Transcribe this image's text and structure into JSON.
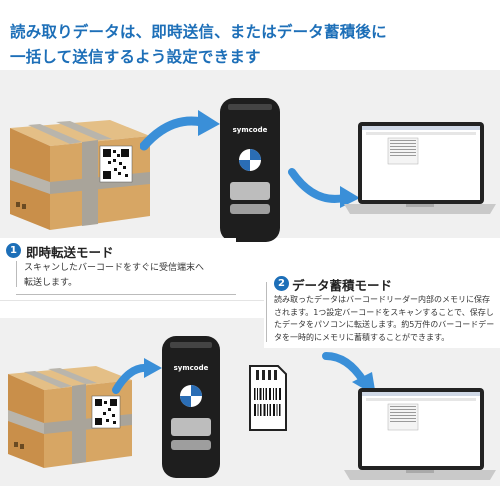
{
  "headline": {
    "line1": "読み取りデータは、即時送信、またはデータ蓄積後に",
    "line2": "一括して送信するよう設定できます"
  },
  "scanner": {
    "brand": "symcode"
  },
  "mode1": {
    "number": "1",
    "title": "即時転送モード",
    "desc_line1": "スキャンしたバーコードをすぐに受信端末へ",
    "desc_line2": "転送します。"
  },
  "mode2": {
    "number": "2",
    "title": "データ蓄積モード",
    "desc_line1": "読み取ったデータはバーコードリーダー内部のメモリに保存",
    "desc_line2": "されます。1つ設定バーコードをスキャンすることで、保存し",
    "desc_line3": "たデータをパソコンに転送します。約5万件のバーコードデー",
    "desc_line4": "タを一時的にメモリに蓄積することができます。"
  },
  "colors": {
    "accent": "#1d6fb8",
    "arrow": "#3a8fd8"
  }
}
